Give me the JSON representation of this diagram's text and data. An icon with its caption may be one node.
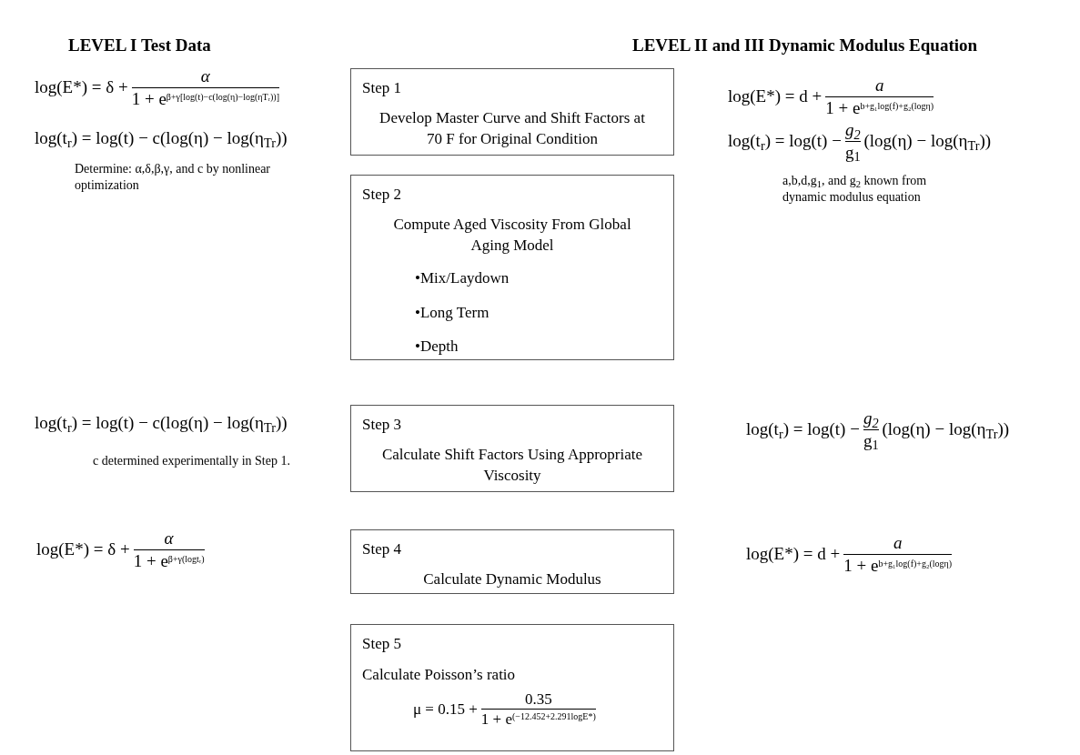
{
  "diagram": {
    "nodes": [
      {
        "text": [
          "Step 1",
          "Develop Master Curve and Shift Factors at 70 F  for Original Condition"
        ]
      },
      {
        "text": [
          "Step 2",
          "Compute Aged Viscosity From Global Aging Model",
          "•Mix/Laydown",
          "•Long Term",
          "•Depth"
        ]
      },
      {
        "text": [
          "Step 3",
          "Calculate Shift Factors Using Appropriate Viscosity"
        ]
      },
      {
        "text": [
          "Step 4",
          "Calculate Dynamic Modulus"
        ]
      },
      {
        "text": [
          "Step 5",
          "Calculate Poisson’s ratio",
          "μ = 0.15 +",
          "0.35",
          "1 + e$^{(−12.452+2.291logE*)}$"
        ]
      }
    ],
    "edges": [],
    "labels": [
      "LEVEL I Test Data",
      "LEVEL II and III Dynamic Modulus Equation",
      "log(E*) = δ +",
      "α",
      "1 + e$^{β+γ[log(t)−c(log(η)−log(ηTᵣ))]}$",
      "log(t$_{r}$) = log(t) − c(log(η) − log(η$_{Tr}$))",
      "Determine: α,δ,β,γ, and c by nonlinear optimization",
      "log(E*) = d +",
      "a",
      "1 + e$^{b+g₁log(f)+g₂(logη)}$",
      "log(t$_{r}$) = log(t) −",
      "g$_{2}$",
      "g$_{1}$",
      "(log(η) − log(η$_{Tr}$))",
      "a,b,d,g$_{1}$, and g$_{2}$ known from dynamic modulus equation",
      "log(t$_{r}$) = log(t) − c(log(η) − log(η$_{Tr}$))",
      "c determined experimentally in Step 1.",
      "log(t$_{r}$) = log(t) −",
      "g$_{2}$",
      "g$_{1}$",
      "(log(η) − log(η$_{Tr}$))",
      "log(E*) = δ +",
      "α",
      "1 + e$^{β+γ(logtᵣ)}$",
      "log(E*) = d +",
      "a",
      "1 + e$^{b+g₁log(f)+g₂(logη)}$"
    ]
  }
}
